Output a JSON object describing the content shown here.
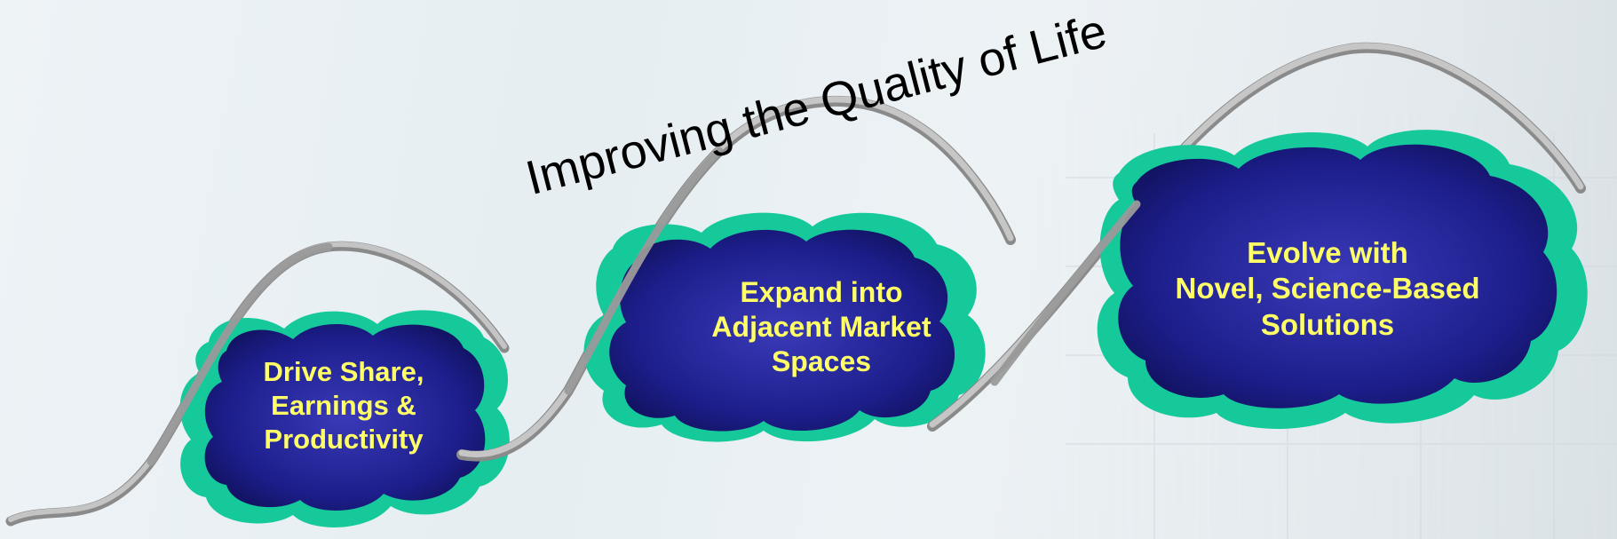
{
  "caption": "Improving the Quality of Life",
  "stages": [
    {
      "label_lines": [
        "Drive Share,",
        "Earnings &",
        "Productivity"
      ]
    },
    {
      "label_lines": [
        "Expand into",
        "Adjacent Market",
        "Spaces"
      ]
    },
    {
      "label_lines": [
        "Evolve with",
        "Novel, Science-Based",
        "Solutions"
      ]
    }
  ],
  "colors": {
    "cloud_fill": "#1d1e8c",
    "cloud_shadow": "#15c99a",
    "label_text": "#ffff66",
    "wave": "#a8a8a8"
  }
}
